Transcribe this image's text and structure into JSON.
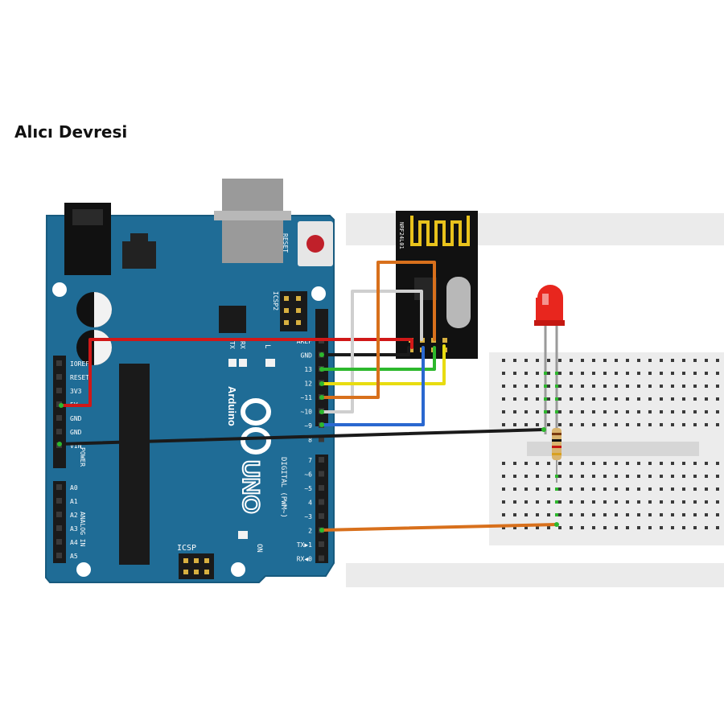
{
  "title": "Alıcı Devresi",
  "arduino": {
    "brand": "Arduino",
    "model": "UNO",
    "reset_label": "RESET",
    "icsp2_label": "ICSP2",
    "icsp_label": "ICSP",
    "l_label": "L",
    "tx_label": "TX",
    "rx_label": "RX",
    "on_label": "ON",
    "digital_label": "DIGITAL (PWM~)",
    "power_label": "POWER",
    "analog_label": "ANALOG IN",
    "left_header_top": [
      "IOREF",
      "RESET",
      "3V3",
      "5V",
      "GND",
      "GND",
      "VIN"
    ],
    "left_header_bottom": [
      "A0",
      "A1",
      "A2",
      "A3",
      "A4",
      "A5"
    ],
    "right_header_top": [
      "AREF",
      "GND",
      "13",
      "12",
      "~11",
      "~10",
      "~9",
      "8"
    ],
    "right_header_bottom": [
      "7",
      "~6",
      "~5",
      "4",
      "~3",
      "2",
      "TX▶1",
      "RX◀0"
    ]
  },
  "module": {
    "label": "NRF24L01"
  },
  "wire_colors": {
    "red": "#d01818",
    "black": "#1a1a1a",
    "green": "#2db82d",
    "yellow": "#e8dc10",
    "orange": "#d8701c",
    "white": "#e8e8e8",
    "blue": "#2a68d0"
  },
  "colors": {
    "board": "#1f6c96",
    "breadboard": "#ececec",
    "led": "#e8261e"
  }
}
